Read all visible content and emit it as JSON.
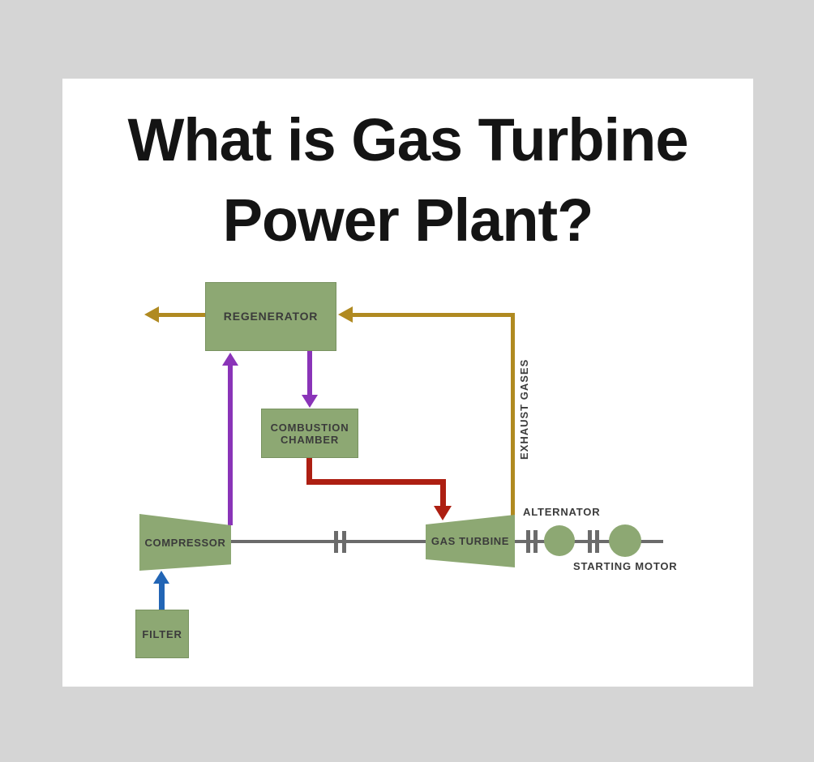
{
  "title": {
    "line1": "What is Gas Turbine",
    "line2": "Power Plant?"
  },
  "diagram": {
    "components": {
      "regenerator": {
        "label": "REGENERATOR"
      },
      "combustion_chamber": {
        "label": "COMBUSTION CHAMBER"
      },
      "compressor": {
        "label": "COMPRESSOR"
      },
      "gas_turbine": {
        "label": "GAS TURBINE"
      },
      "filter": {
        "label": "FILTER"
      },
      "alternator": {
        "label": "ALTERNATOR"
      },
      "starting_motor": {
        "label": "STARTING MOTOR"
      },
      "exhaust_gases": {
        "label": "EXHAUST GASES"
      }
    },
    "colors": {
      "component_green": "#8da873",
      "exhaust_gold": "#b08a21",
      "air_purple": "#8a34b8",
      "combustion_red": "#ad1f12",
      "intake_blue": "#2265b5",
      "shaft_gray": "#6b6b6b",
      "label_text": "#3b3b3b",
      "title_text": "#141414",
      "page_bg": "#d5d5d5",
      "card_bg": "#ffffff"
    }
  }
}
